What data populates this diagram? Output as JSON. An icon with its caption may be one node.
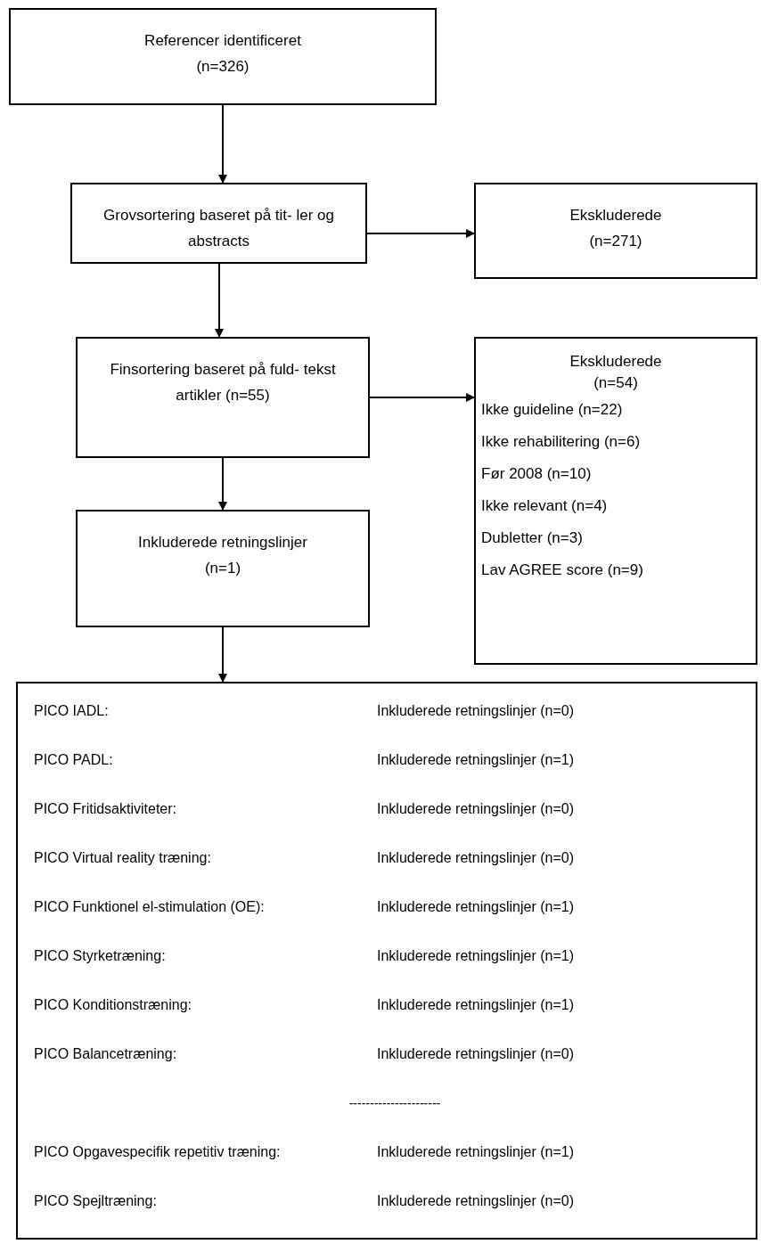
{
  "diagram": {
    "nodes": [
      {
        "text": [
          "Referencer identificeret (n=326)"
        ]
      },
      {
        "text": [
          "Grovsortering baseret på tit- ler og abstracts"
        ]
      },
      {
        "text": [
          "Ekskluderede (n=271)"
        ]
      },
      {
        "text": [
          "Finsortering baseret på fuld- tekst artikler (n=55)"
        ]
      },
      {
        "text": [
          "Ekskluderede (n=54)",
          "Ikke guideline (n=22)",
          "Ikke rehabilitering (n=6)",
          "Før 2008 (n=10)",
          "Ikke relevant (n=4)",
          "Dubletter (n=3)",
          "Lav AGREE score (n=9)"
        ]
      },
      {
        "text": [
          "Inkluderede retningslinjer (n=1)"
        ]
      },
      {
        "text": [
          "PICO IADL:",
          "Inkluderede retningslinjer (n=0)",
          "PICO PADL:",
          "Inkluderede retningslinjer (n=1)",
          "PICO Fritidsaktiviteter:",
          "Inkluderede retningslinjer (n=0)",
          "PICO Virtual reality træning:",
          "Inkluderede retningslinjer (n=0)",
          "PICO Funktionel el-stimulation (OE):",
          "Inkluderede retningslinjer (n=1)",
          "PICO Styrketræning:",
          "Inkluderede retningslinjer (n=1)",
          "PICO Konditionstræning:",
          "Inkluderede retningslinjer (n=1)",
          "PICO Balancetræning:",
          "Inkluderede retningslinjer (n=0)",
          "----------------------",
          "PICO Opgavespecifik repetitiv træning:",
          "Inkluderede retningslinjer (n=1)",
          "PICO Spejltræning:",
          "Inkluderede retningslinjer (n=0)"
        ]
      }
    ],
    "edges": [
      {
        "from": 0,
        "to": 1,
        "arrow": "to"
      },
      {
        "from": 1,
        "to": 2,
        "arrow": "to"
      },
      {
        "from": 1,
        "to": 3,
        "arrow": "to"
      },
      {
        "from": 3,
        "to": 4,
        "arrow": "to"
      },
      {
        "from": 3,
        "to": 5,
        "arrow": "to"
      },
      {
        "from": 5,
        "to": 6,
        "arrow": "to"
      }
    ]
  }
}
